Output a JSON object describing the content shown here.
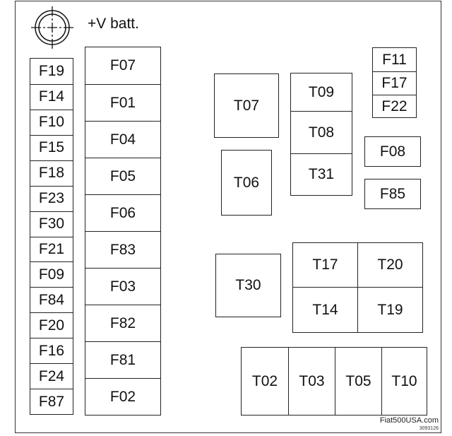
{
  "header": {
    "battery_icon": "battery-terminal-crosshair-icon",
    "battery_label": "+V batt."
  },
  "left_fuse_column": [
    "F19",
    "F14",
    "F10",
    "F15",
    "F18",
    "F23",
    "F30",
    "F21",
    "F09",
    "F84",
    "F20",
    "F16",
    "F24",
    "F87"
  ],
  "middle_fuse_column": [
    "F07",
    "F01",
    "F04",
    "F05",
    "F06",
    "F83",
    "F03",
    "F82",
    "F81",
    "F02"
  ],
  "relays": {
    "t07": "T07",
    "t06": "T06",
    "stack_upper": [
      "T09",
      "T08",
      "T31"
    ],
    "t30": "T30",
    "grid": [
      [
        "T17",
        "T20"
      ],
      [
        "T14",
        "T19"
      ]
    ],
    "bottom_row": [
      "T02",
      "T03",
      "T05",
      "T10"
    ]
  },
  "right_fuses": {
    "stack": [
      "F11",
      "F17",
      "F22"
    ],
    "f08": "F08",
    "f85": "F85"
  },
  "footer": {
    "brand": "Fiat500USA.com",
    "code": "3093126"
  }
}
